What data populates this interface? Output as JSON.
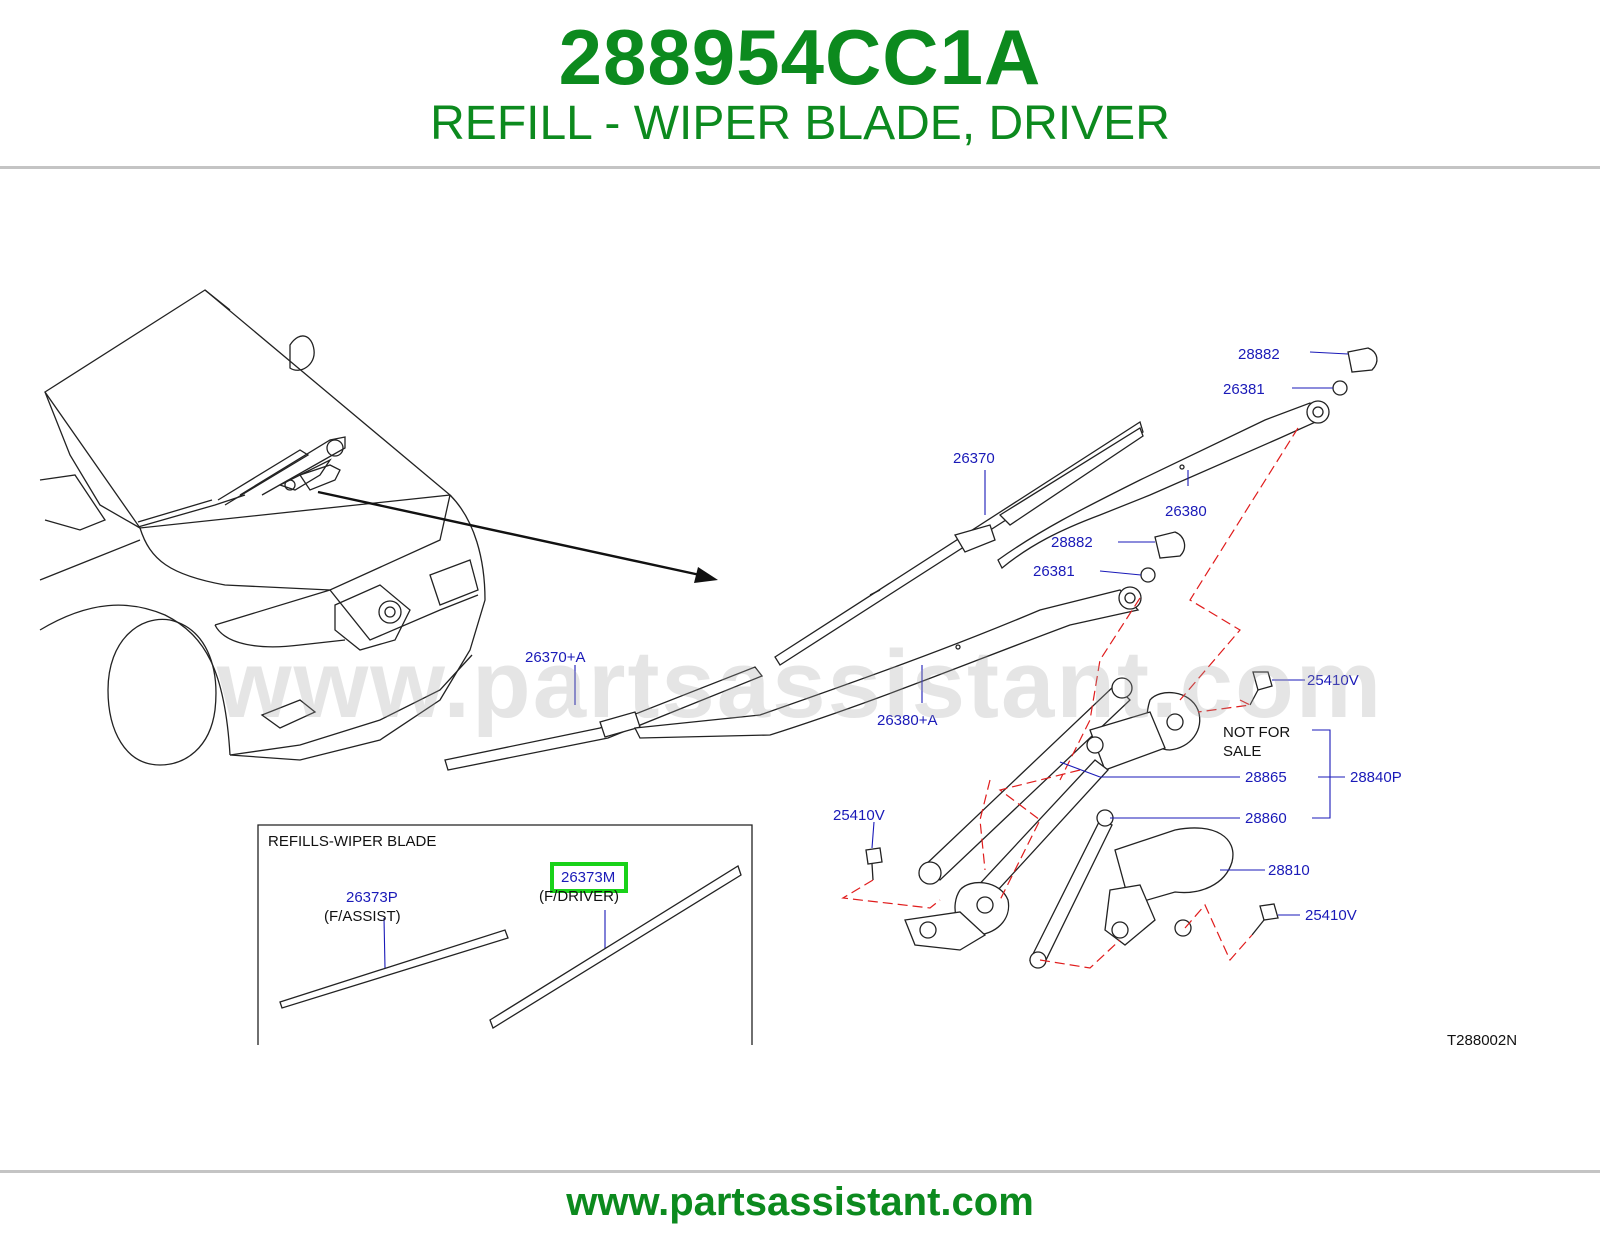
{
  "header": {
    "part_number": "288954CC1A",
    "title": "REFILL - WIPER BLADE, DRIVER"
  },
  "diagram": {
    "callouts": {
      "c28882_a": "28882",
      "c26381_a": "26381",
      "c26370": "26370",
      "c26380": "26380",
      "c28882_b": "28882",
      "c26381_b": "26381",
      "c26370a": "26370+A",
      "c26380a": "26380+A",
      "c25410v_a": "25410V",
      "c28865": "28865",
      "c28840p": "28840P",
      "c28860": "28860",
      "c25410v_b": "25410V",
      "c28810": "28810",
      "c25410v_c": "25410V",
      "c26373p": "26373P",
      "c26373m": "26373M"
    },
    "not_for_sale_1": "NOT   FOR",
    "not_for_sale_2": "SALE",
    "refills_box_title": "REFILLS-WIPER   BLADE",
    "f_assist": "(F/ASSIST)",
    "f_driver": "(F/DRIVER)",
    "diagram_code": "T288002N",
    "highlight_color": "#19d219"
  },
  "watermark": "www.partsassistant.com",
  "footer": {
    "url": "www.partsassistant.com"
  },
  "colors": {
    "brand_green": "#0c8a1e",
    "callout_blue": "#1a1ab8",
    "dash_red": "#e01c1c"
  }
}
